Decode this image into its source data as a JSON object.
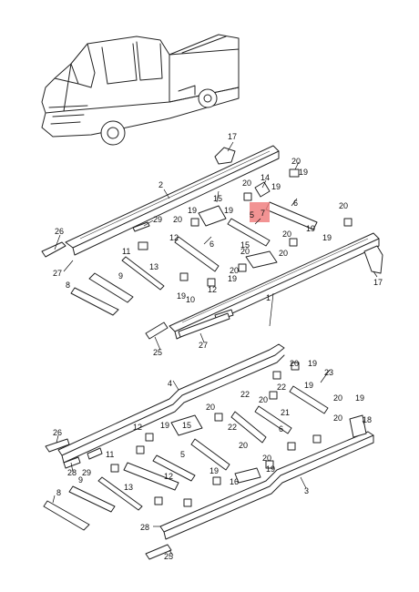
{
  "colors": {
    "line": "#222222",
    "highlight": "#f08080",
    "background": "#ffffff"
  },
  "callouts": [
    {
      "id": "c17a",
      "text": "17"
    },
    {
      "id": "c2",
      "text": "2"
    },
    {
      "id": "c14",
      "text": "14"
    },
    {
      "id": "c20a",
      "text": "20"
    },
    {
      "id": "c19a",
      "text": "19"
    },
    {
      "id": "c20b",
      "text": "20"
    },
    {
      "id": "c19b",
      "text": "19"
    },
    {
      "id": "c15a",
      "text": "15"
    },
    {
      "id": "c7",
      "text": "7"
    },
    {
      "id": "c5a",
      "text": "5"
    },
    {
      "id": "c6a",
      "text": "6"
    },
    {
      "id": "c19c",
      "text": "19"
    },
    {
      "id": "c19d",
      "text": "19"
    },
    {
      "id": "c20c",
      "text": "20"
    },
    {
      "id": "c26a",
      "text": "26"
    },
    {
      "id": "c29a",
      "text": "29"
    },
    {
      "id": "c20d",
      "text": "20"
    },
    {
      "id": "c12a",
      "text": "12"
    },
    {
      "id": "c6b",
      "text": "6"
    },
    {
      "id": "c20e",
      "text": "20"
    },
    {
      "id": "c15b",
      "text": "15"
    },
    {
      "id": "c20f",
      "text": "20"
    },
    {
      "id": "c19e",
      "text": "19"
    },
    {
      "id": "c19f",
      "text": "19"
    },
    {
      "id": "c20g",
      "text": "20"
    },
    {
      "id": "c20h",
      "text": "20"
    },
    {
      "id": "c11a",
      "text": "11"
    },
    {
      "id": "c13a",
      "text": "13"
    },
    {
      "id": "c27a",
      "text": "27"
    },
    {
      "id": "c9a",
      "text": "9"
    },
    {
      "id": "c8a",
      "text": "8"
    },
    {
      "id": "c19g",
      "text": "19"
    },
    {
      "id": "c12b",
      "text": "12"
    },
    {
      "id": "c19h",
      "text": "19"
    },
    {
      "id": "c10",
      "text": "10"
    },
    {
      "id": "c1",
      "text": "1"
    },
    {
      "id": "c17b",
      "text": "17"
    },
    {
      "id": "c25a",
      "text": "25"
    },
    {
      "id": "c27b",
      "text": "27"
    },
    {
      "id": "c4",
      "text": "4"
    },
    {
      "id": "c20i",
      "text": "20"
    },
    {
      "id": "c19i",
      "text": "19"
    },
    {
      "id": "c22a",
      "text": "22"
    },
    {
      "id": "c20j",
      "text": "20"
    },
    {
      "id": "c23",
      "text": "23"
    },
    {
      "id": "c19j",
      "text": "19"
    },
    {
      "id": "c20k",
      "text": "20"
    },
    {
      "id": "c19k",
      "text": "19"
    },
    {
      "id": "c22b",
      "text": "22"
    },
    {
      "id": "c20l",
      "text": "20"
    },
    {
      "id": "c22c",
      "text": "22"
    },
    {
      "id": "c21",
      "text": "21"
    },
    {
      "id": "c6c",
      "text": "6"
    },
    {
      "id": "c20m",
      "text": "20"
    },
    {
      "id": "c18",
      "text": "18"
    },
    {
      "id": "c26b",
      "text": "26"
    },
    {
      "id": "c12c",
      "text": "12"
    },
    {
      "id": "c19l",
      "text": "19"
    },
    {
      "id": "c15c",
      "text": "15"
    },
    {
      "id": "c5b",
      "text": "5"
    },
    {
      "id": "c20n",
      "text": "20"
    },
    {
      "id": "c20o",
      "text": "20"
    },
    {
      "id": "c11b",
      "text": "11"
    },
    {
      "id": "c28a",
      "text": "28"
    },
    {
      "id": "c29b",
      "text": "29"
    },
    {
      "id": "c12d",
      "text": "12"
    },
    {
      "id": "c19m",
      "text": "19"
    },
    {
      "id": "c16",
      "text": "16"
    },
    {
      "id": "c19n",
      "text": "19"
    },
    {
      "id": "c9b",
      "text": "9"
    },
    {
      "id": "c13b",
      "text": "13"
    },
    {
      "id": "c8b",
      "text": "8"
    },
    {
      "id": "c3",
      "text": "3"
    },
    {
      "id": "c28b",
      "text": "28"
    },
    {
      "id": "c25b",
      "text": "25"
    }
  ]
}
